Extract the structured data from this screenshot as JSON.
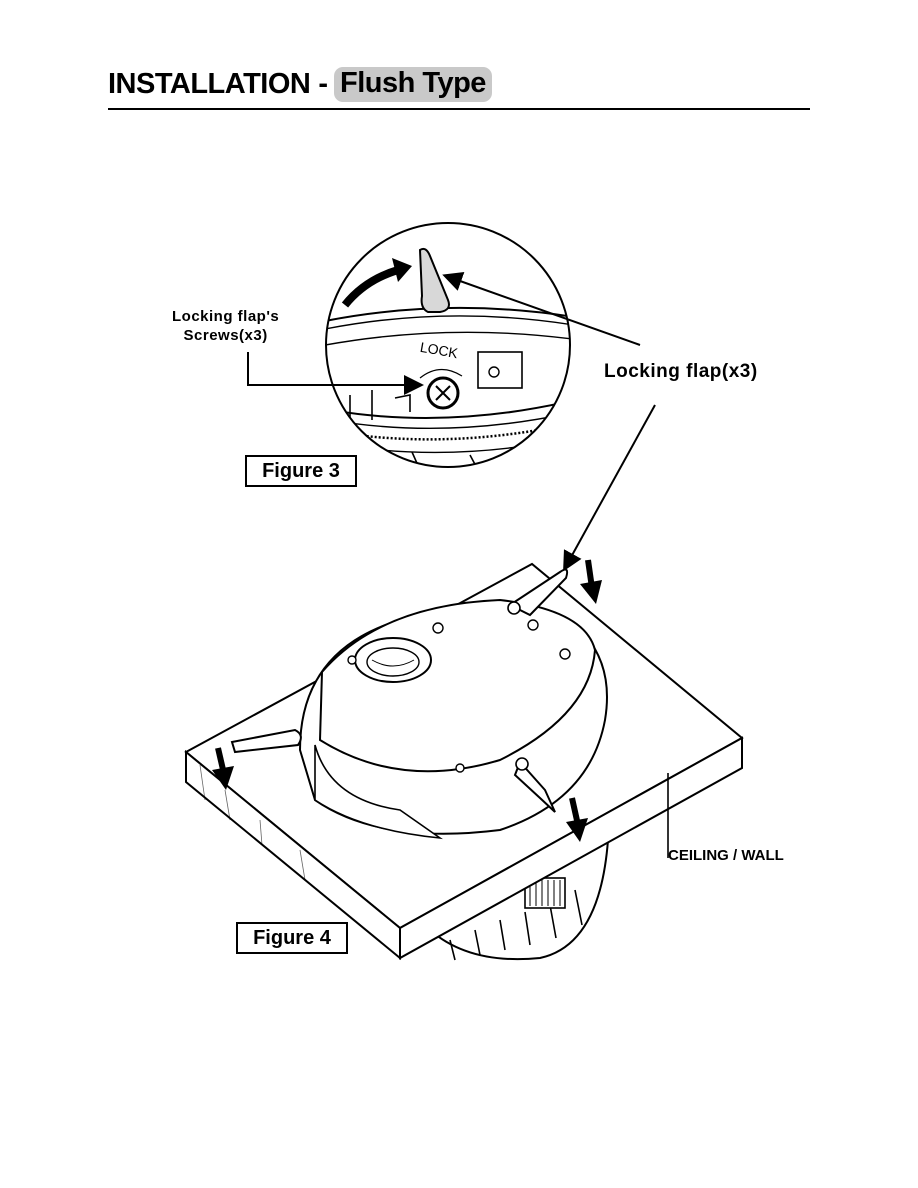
{
  "header": {
    "title_main": "INSTALLATION",
    "title_sep": "-",
    "title_badge": "Flush Type"
  },
  "figure3": {
    "caption": "Figure 3",
    "callout_screws_line1": "Locking flap's",
    "callout_screws_line2": "Screws(x3)",
    "lock_marking": "LOCK"
  },
  "callout_flap": "Locking flap(x3)",
  "figure4": {
    "caption": "Figure 4",
    "callout_surface": "CEILING / WALL"
  },
  "colors": {
    "badge_bg": "#c9c9c9",
    "ink": "#000000"
  }
}
